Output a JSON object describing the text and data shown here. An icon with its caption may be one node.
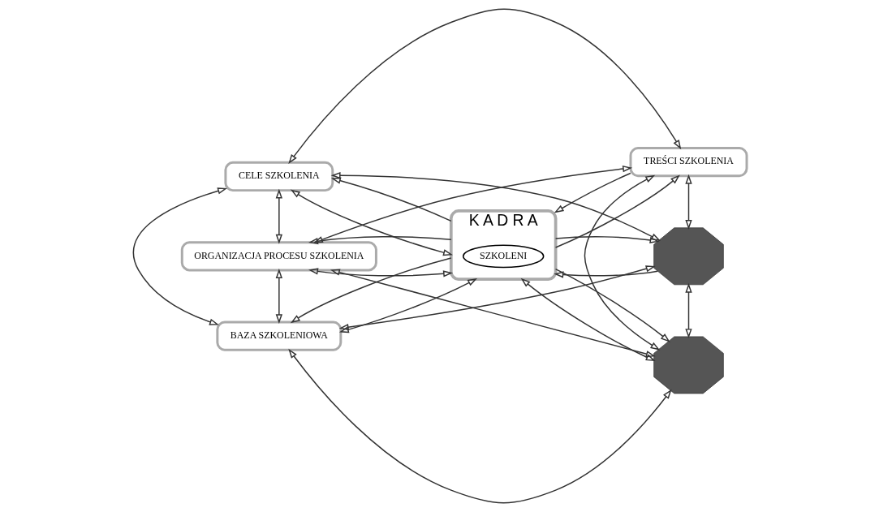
{
  "diagram": {
    "nodes": [
      {
        "text": [
          "CELE SZKOLENIA"
        ]
      },
      {
        "text": [
          "TREŚCI SZKOLENIA"
        ]
      },
      {
        "text": [
          "ORGANIZACJA PROCESU SZKOLENIA"
        ]
      },
      {
        "text": [
          "K A D R A"
        ]
      },
      {
        "text": [
          "SZKOLENI"
        ],
        "in": 3
      },
      {
        "text": [],
        "shape": "octagon"
      },
      {
        "text": [
          "BAZA SZKOLENIOWA"
        ]
      },
      {
        "text": [],
        "shape": "octagon"
      }
    ],
    "edges": [
      {
        "from": 0,
        "to": 1,
        "arrow": "both"
      },
      {
        "from": 0,
        "to": 2,
        "arrow": "both"
      },
      {
        "from": 1,
        "to": 5,
        "arrow": "both"
      },
      {
        "from": 2,
        "to": 6,
        "arrow": "both"
      },
      {
        "from": 5,
        "to": 7,
        "arrow": "both"
      },
      {
        "from": 6,
        "to": 7,
        "arrow": "both"
      },
      {
        "from": 0,
        "to": 5,
        "arrow": "both"
      },
      {
        "from": 1,
        "to": 2,
        "arrow": "both"
      },
      {
        "from": 0,
        "to": 6,
        "arrow": "both"
      },
      {
        "from": 1,
        "to": 7,
        "arrow": "both"
      },
      {
        "from": 2,
        "to": 7,
        "arrow": "both"
      },
      {
        "from": 6,
        "to": 5,
        "arrow": "both"
      },
      {
        "from": 0,
        "to": 3,
        "arrow": "both"
      },
      {
        "from": 3,
        "to": 0,
        "arrow": "to"
      },
      {
        "from": 3,
        "to": 1,
        "arrow": "to"
      },
      {
        "from": 1,
        "to": 3,
        "arrow": "to"
      },
      {
        "from": 2,
        "to": 3,
        "arrow": "both"
      },
      {
        "from": 3,
        "to": 2,
        "arrow": "to"
      },
      {
        "from": 5,
        "to": 3,
        "arrow": "to"
      },
      {
        "from": 3,
        "to": 5,
        "arrow": "to"
      },
      {
        "from": 6,
        "to": 3,
        "arrow": "both"
      },
      {
        "from": 3,
        "to": 6,
        "arrow": "to"
      },
      {
        "from": 7,
        "to": 3,
        "arrow": "both"
      },
      {
        "from": 3,
        "to": 7,
        "arrow": "to"
      }
    ]
  }
}
